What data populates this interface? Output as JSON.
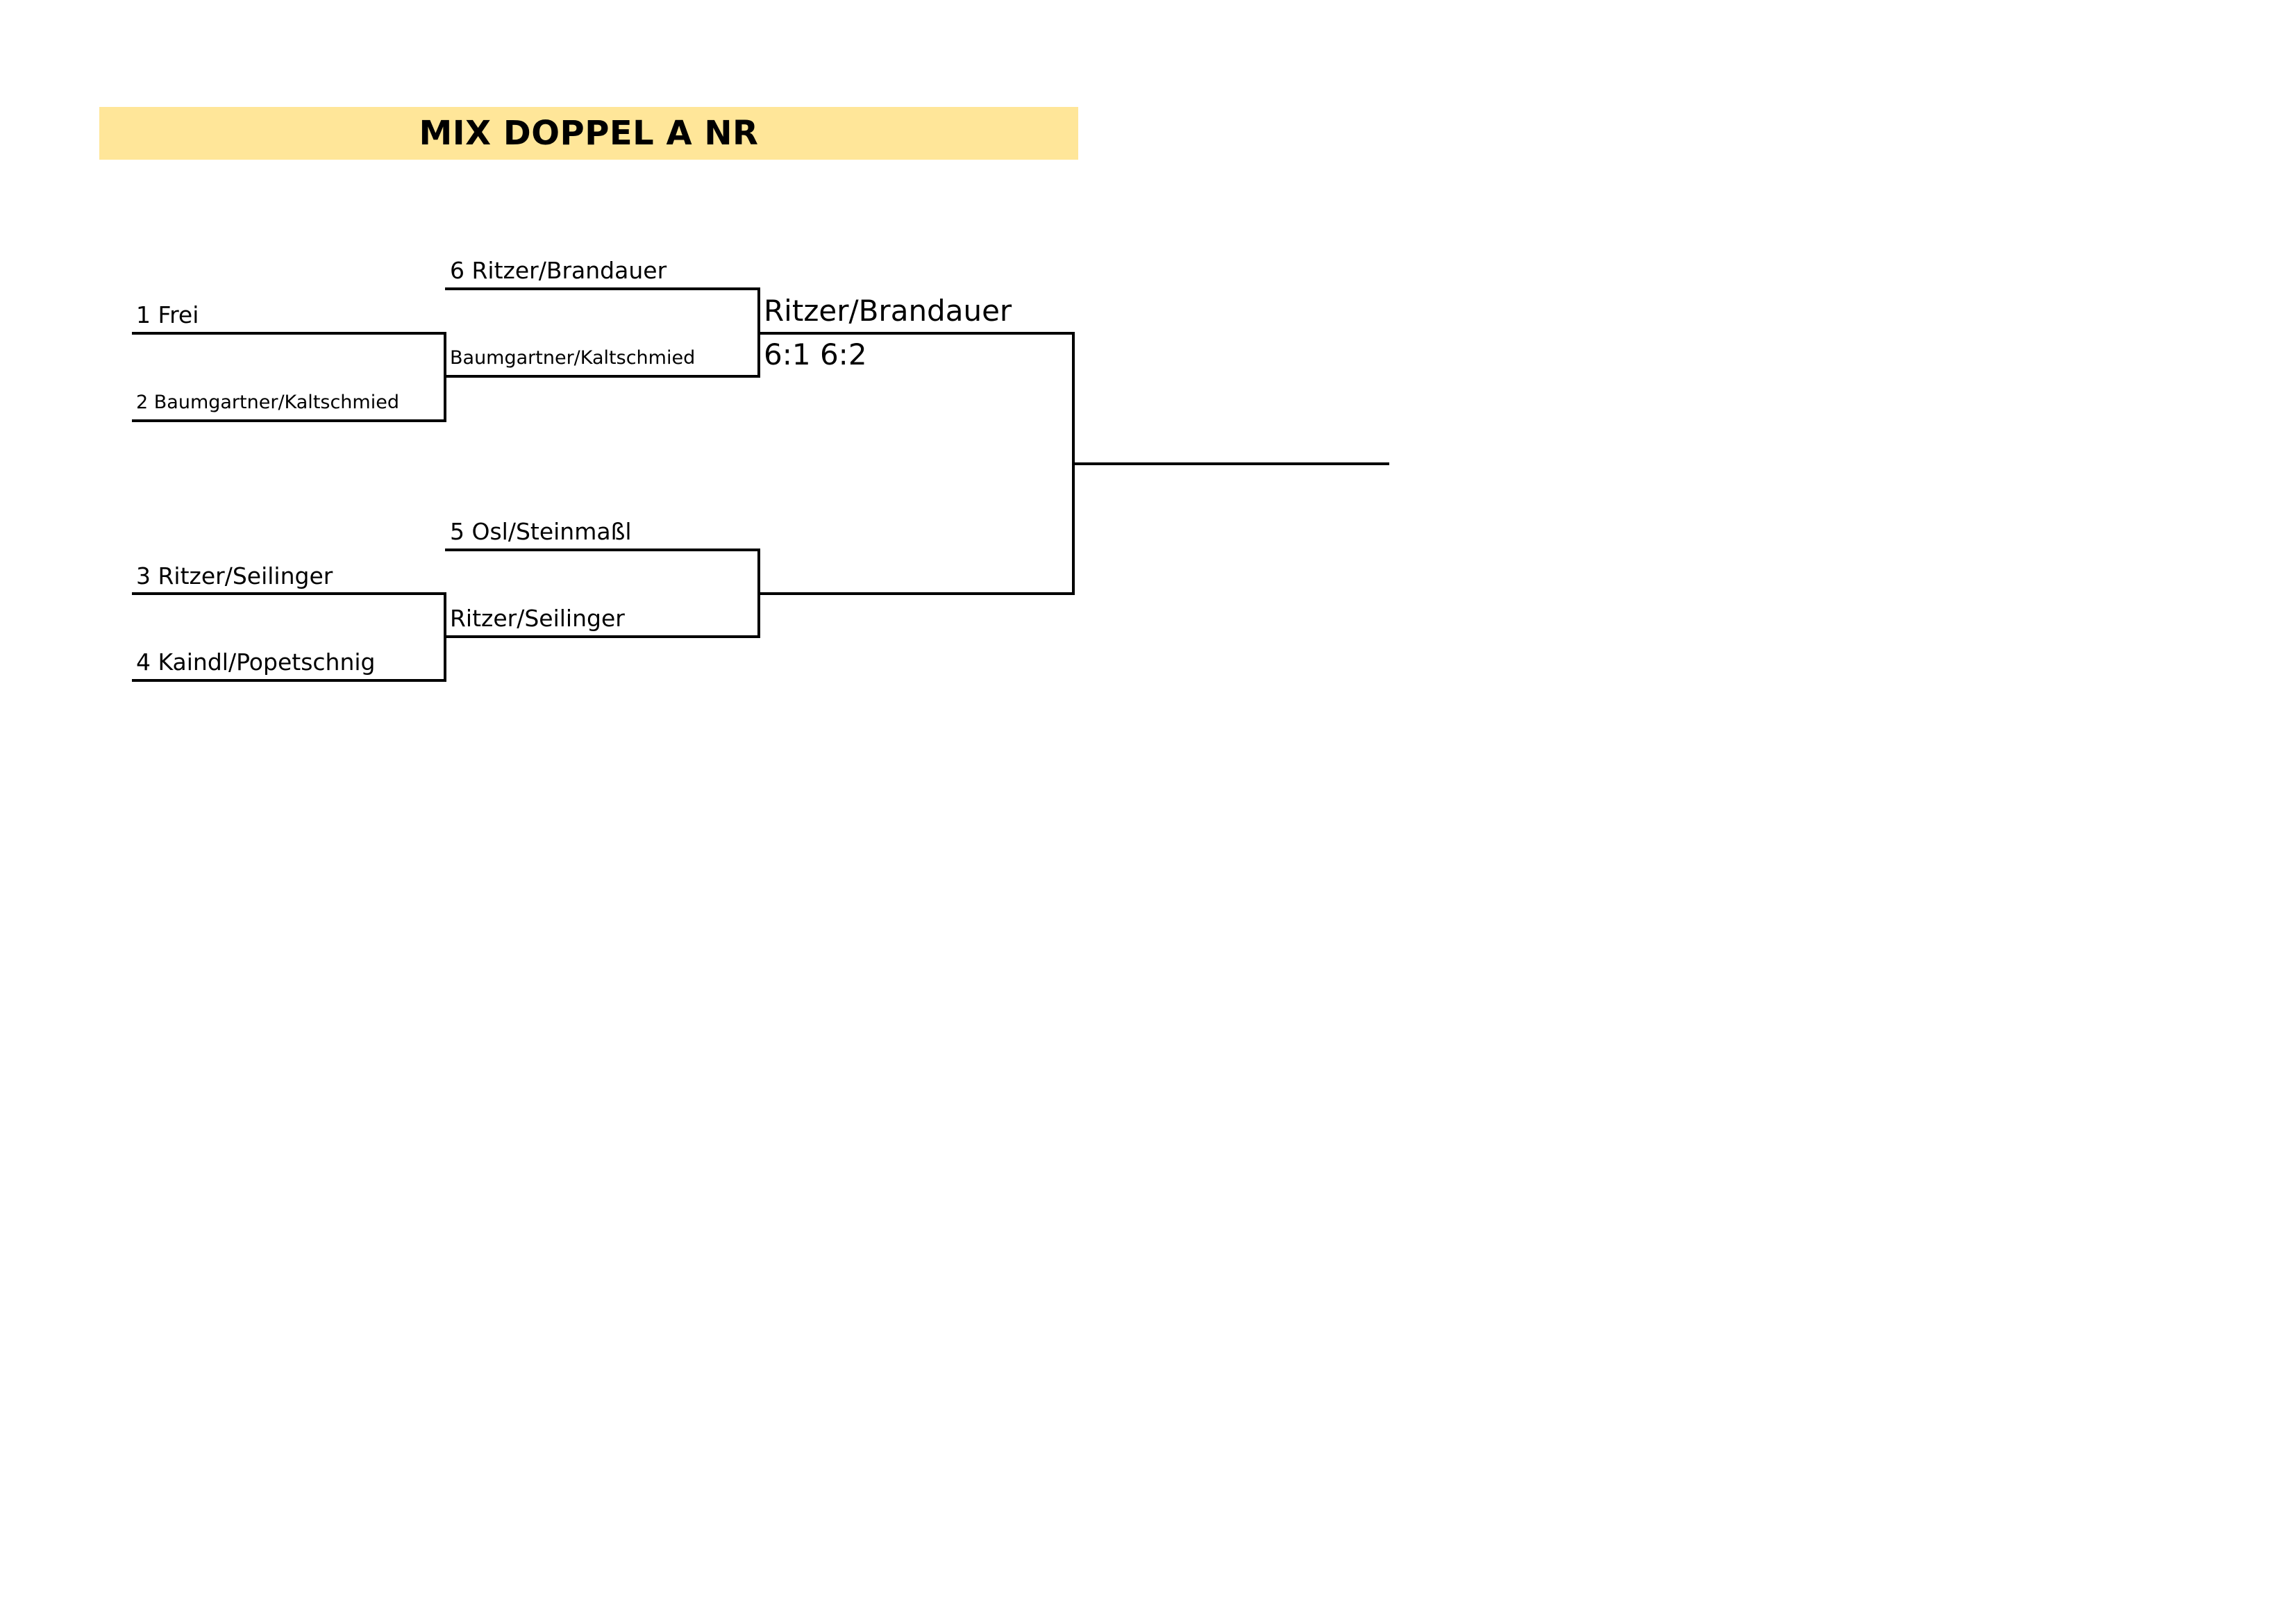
{
  "title": "MIX DOPPEL A NR",
  "round1": {
    "entry1": "1 Frei",
    "entry2": "2 Baumgartner/Kaltschmied",
    "entry3": "3 Ritzer/Seilinger",
    "entry4": "4 Kaindl/Popetschnig"
  },
  "round2": {
    "seed6": "6 Ritzer/Brandauer",
    "winner12": "Baumgartner/Kaltschmied",
    "seed5": "5 Osl/Steinmaßl",
    "winner34": "Ritzer/Seilinger"
  },
  "round3": {
    "winner_top": "Ritzer/Brandauer",
    "score_top": "6:1 6:2",
    "winner_bottom": ""
  },
  "final": {
    "winner": ""
  }
}
